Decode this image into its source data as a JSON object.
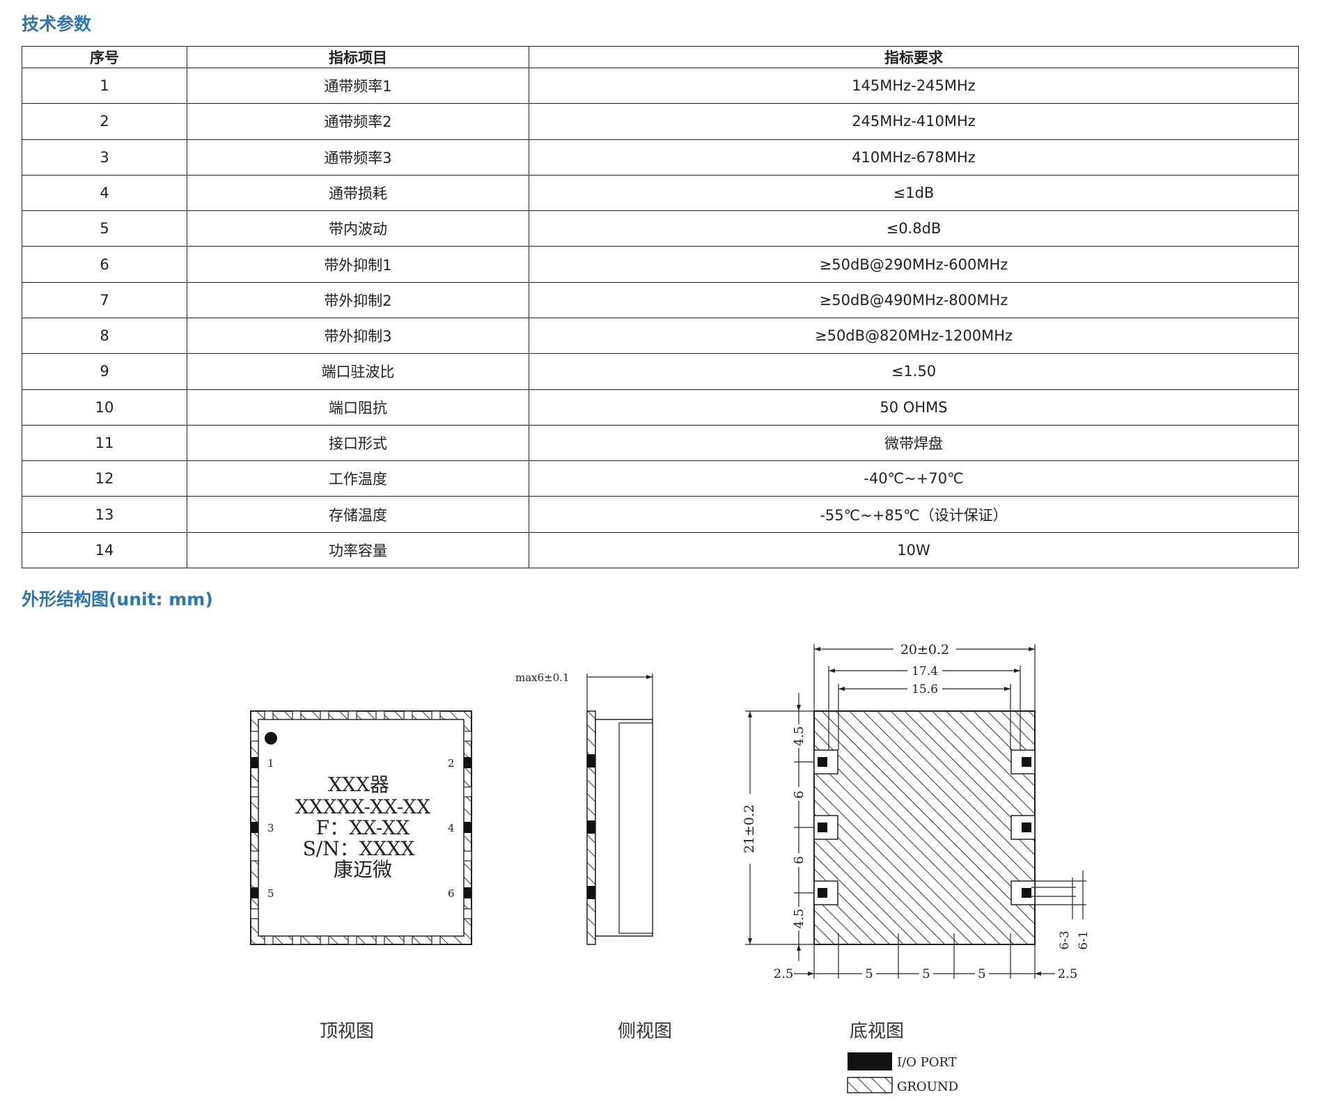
{
  "section_params": "技术参数",
  "section_outline": "外形结构图(unit: mm)",
  "table": {
    "headers": [
      "序号",
      "指标项目",
      "指标要求"
    ],
    "rows": [
      [
        "1",
        "通带频率1",
        "145MHz-245MHz"
      ],
      [
        "2",
        "通带频率2",
        "245MHz-410MHz"
      ],
      [
        "3",
        "通带频率3",
        "410MHz-678MHz"
      ],
      [
        "4",
        "通带损耗",
        "≤1dB"
      ],
      [
        "5",
        "带内波动",
        "≤0.8dB"
      ],
      [
        "6",
        "带外抑制1",
        "≥50dB@290MHz-600MHz"
      ],
      [
        "7",
        "带外抑制2",
        "≥50dB@490MHz-800MHz"
      ],
      [
        "8",
        "带外抑制3",
        "≥50dB@820MHz-1200MHz"
      ],
      [
        "9",
        "端口驻波比",
        "≤1.50"
      ],
      [
        "10",
        "端口阻抗",
        "50 OHMS"
      ],
      [
        "11",
        "接口形式",
        "微带焊盘"
      ],
      [
        "12",
        "工作温度",
        "-40℃~+70℃"
      ],
      [
        "13",
        "存储温度",
        "-55℃~+85℃（设计保证）"
      ],
      [
        "14",
        "功率容量",
        "10W"
      ]
    ]
  },
  "drawing": {
    "top_view": {
      "caption": "顶视图",
      "text_lines": [
        "XXX器",
        "XXXXX-XX-XX",
        "F：XX-XX",
        "S/N：XXXX",
        "康迈微"
      ],
      "pins": [
        "1",
        "2",
        "3",
        "4",
        "5",
        "6"
      ]
    },
    "side_view": {
      "caption": "侧视图",
      "height_label": "max6±0.1"
    },
    "bottom_view": {
      "caption": "底视图",
      "width_label": "20±0.2",
      "dim_17_4": "17.4",
      "dim_15_6": "15.6",
      "height_label": "21±0.2",
      "left_dims": [
        "4.5",
        "6",
        "6",
        "4.5"
      ],
      "bottom_dims": [
        "2.5",
        "5",
        "5",
        "5",
        "2.5"
      ],
      "right_dims": [
        "6-3",
        "6-1"
      ]
    },
    "legend": {
      "io_port": "I/O PORT",
      "ground": "GROUND"
    }
  }
}
